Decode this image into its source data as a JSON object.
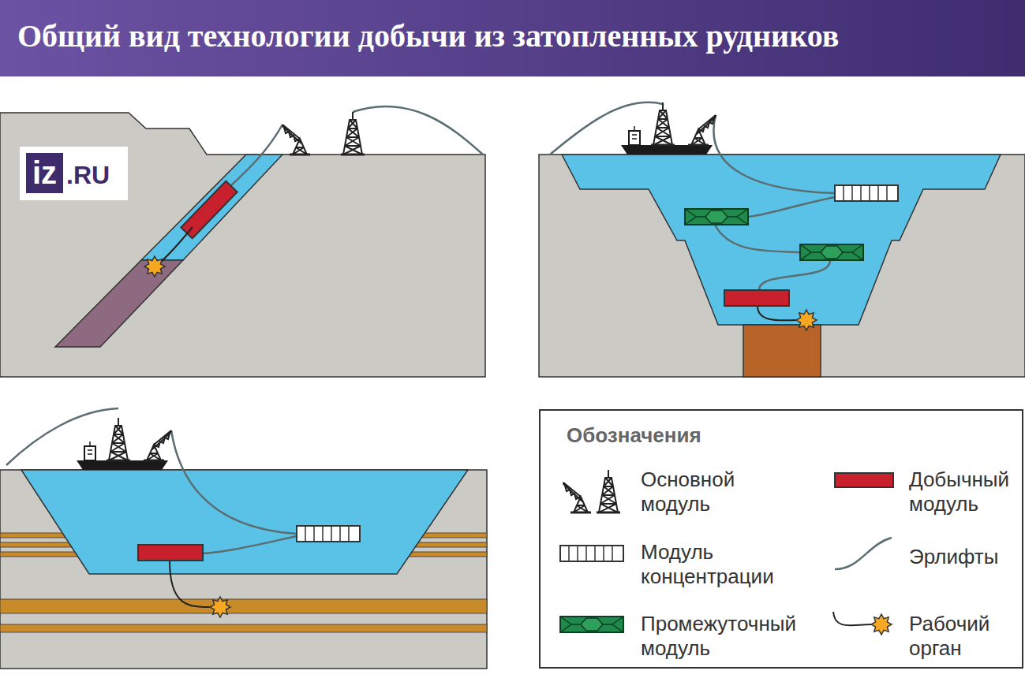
{
  "diagram": {
    "title": "Общий вид технологии добычи из затопленных рудников",
    "nodes": [
      {
        "text": [
          "Обозначения"
        ]
      }
    ],
    "labels": [
      "iz",
      ".RU"
    ],
    "legend": [
      {
        "text": "Основной модуль"
      },
      {
        "text": "Добычный модуль",
        "color": "#c8202c"
      },
      {
        "text": "Модуль концентрации"
      },
      {
        "text": "Эрлифты"
      },
      {
        "text": "Промежуточный модуль"
      },
      {
        "text": "Рабочий орган"
      }
    ]
  }
}
